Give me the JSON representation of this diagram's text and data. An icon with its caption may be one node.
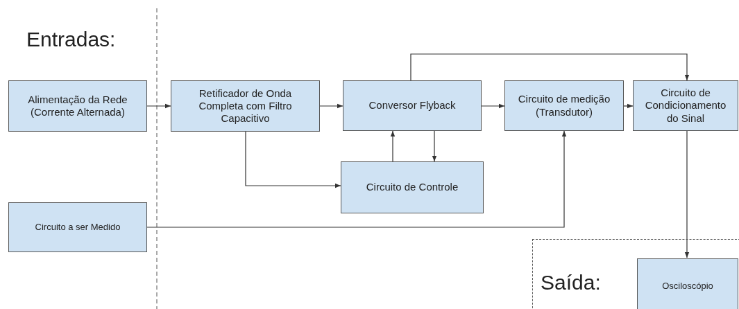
{
  "diagram": {
    "nodes": [
      {
        "text": [
          "Alimentação da Rede (Corrente Alternada)"
        ]
      },
      {
        "text": [
          "Retificador de Onda Completa com Filtro Capacitivo"
        ]
      },
      {
        "text": [
          "Conversor Flyback"
        ]
      },
      {
        "text": [
          "Circuito de medição (Transdutor)"
        ]
      },
      {
        "text": [
          "Circuito de Condicionamento do Sinal"
        ]
      },
      {
        "text": [
          "Circuito de Controle"
        ]
      },
      {
        "text": [
          "Circuito a ser Medido"
        ]
      },
      {
        "text": [
          "Saída:"
        ]
      },
      {
        "text": [
          "Osciloscópio"
        ],
        "in": 7
      }
    ],
    "edges": [
      {
        "from": 0,
        "to": 1,
        "arrow": "to"
      },
      {
        "from": 1,
        "to": 2,
        "arrow": "to"
      },
      {
        "from": 2,
        "to": 3,
        "arrow": "to"
      },
      {
        "from": 3,
        "to": 4,
        "arrow": "to"
      },
      {
        "from": 2,
        "to": 4,
        "arrow": "to"
      },
      {
        "from": 1,
        "to": 5,
        "arrow": "to"
      },
      {
        "from": 5,
        "to": 2,
        "arrow": "to"
      },
      {
        "from": 2,
        "to": 5,
        "arrow": "to"
      },
      {
        "from": 6,
        "to": 3,
        "arrow": "to"
      },
      {
        "from": 4,
        "to": 8,
        "arrow": "to"
      }
    ],
    "labels": [
      "Entradas:"
    ]
  }
}
